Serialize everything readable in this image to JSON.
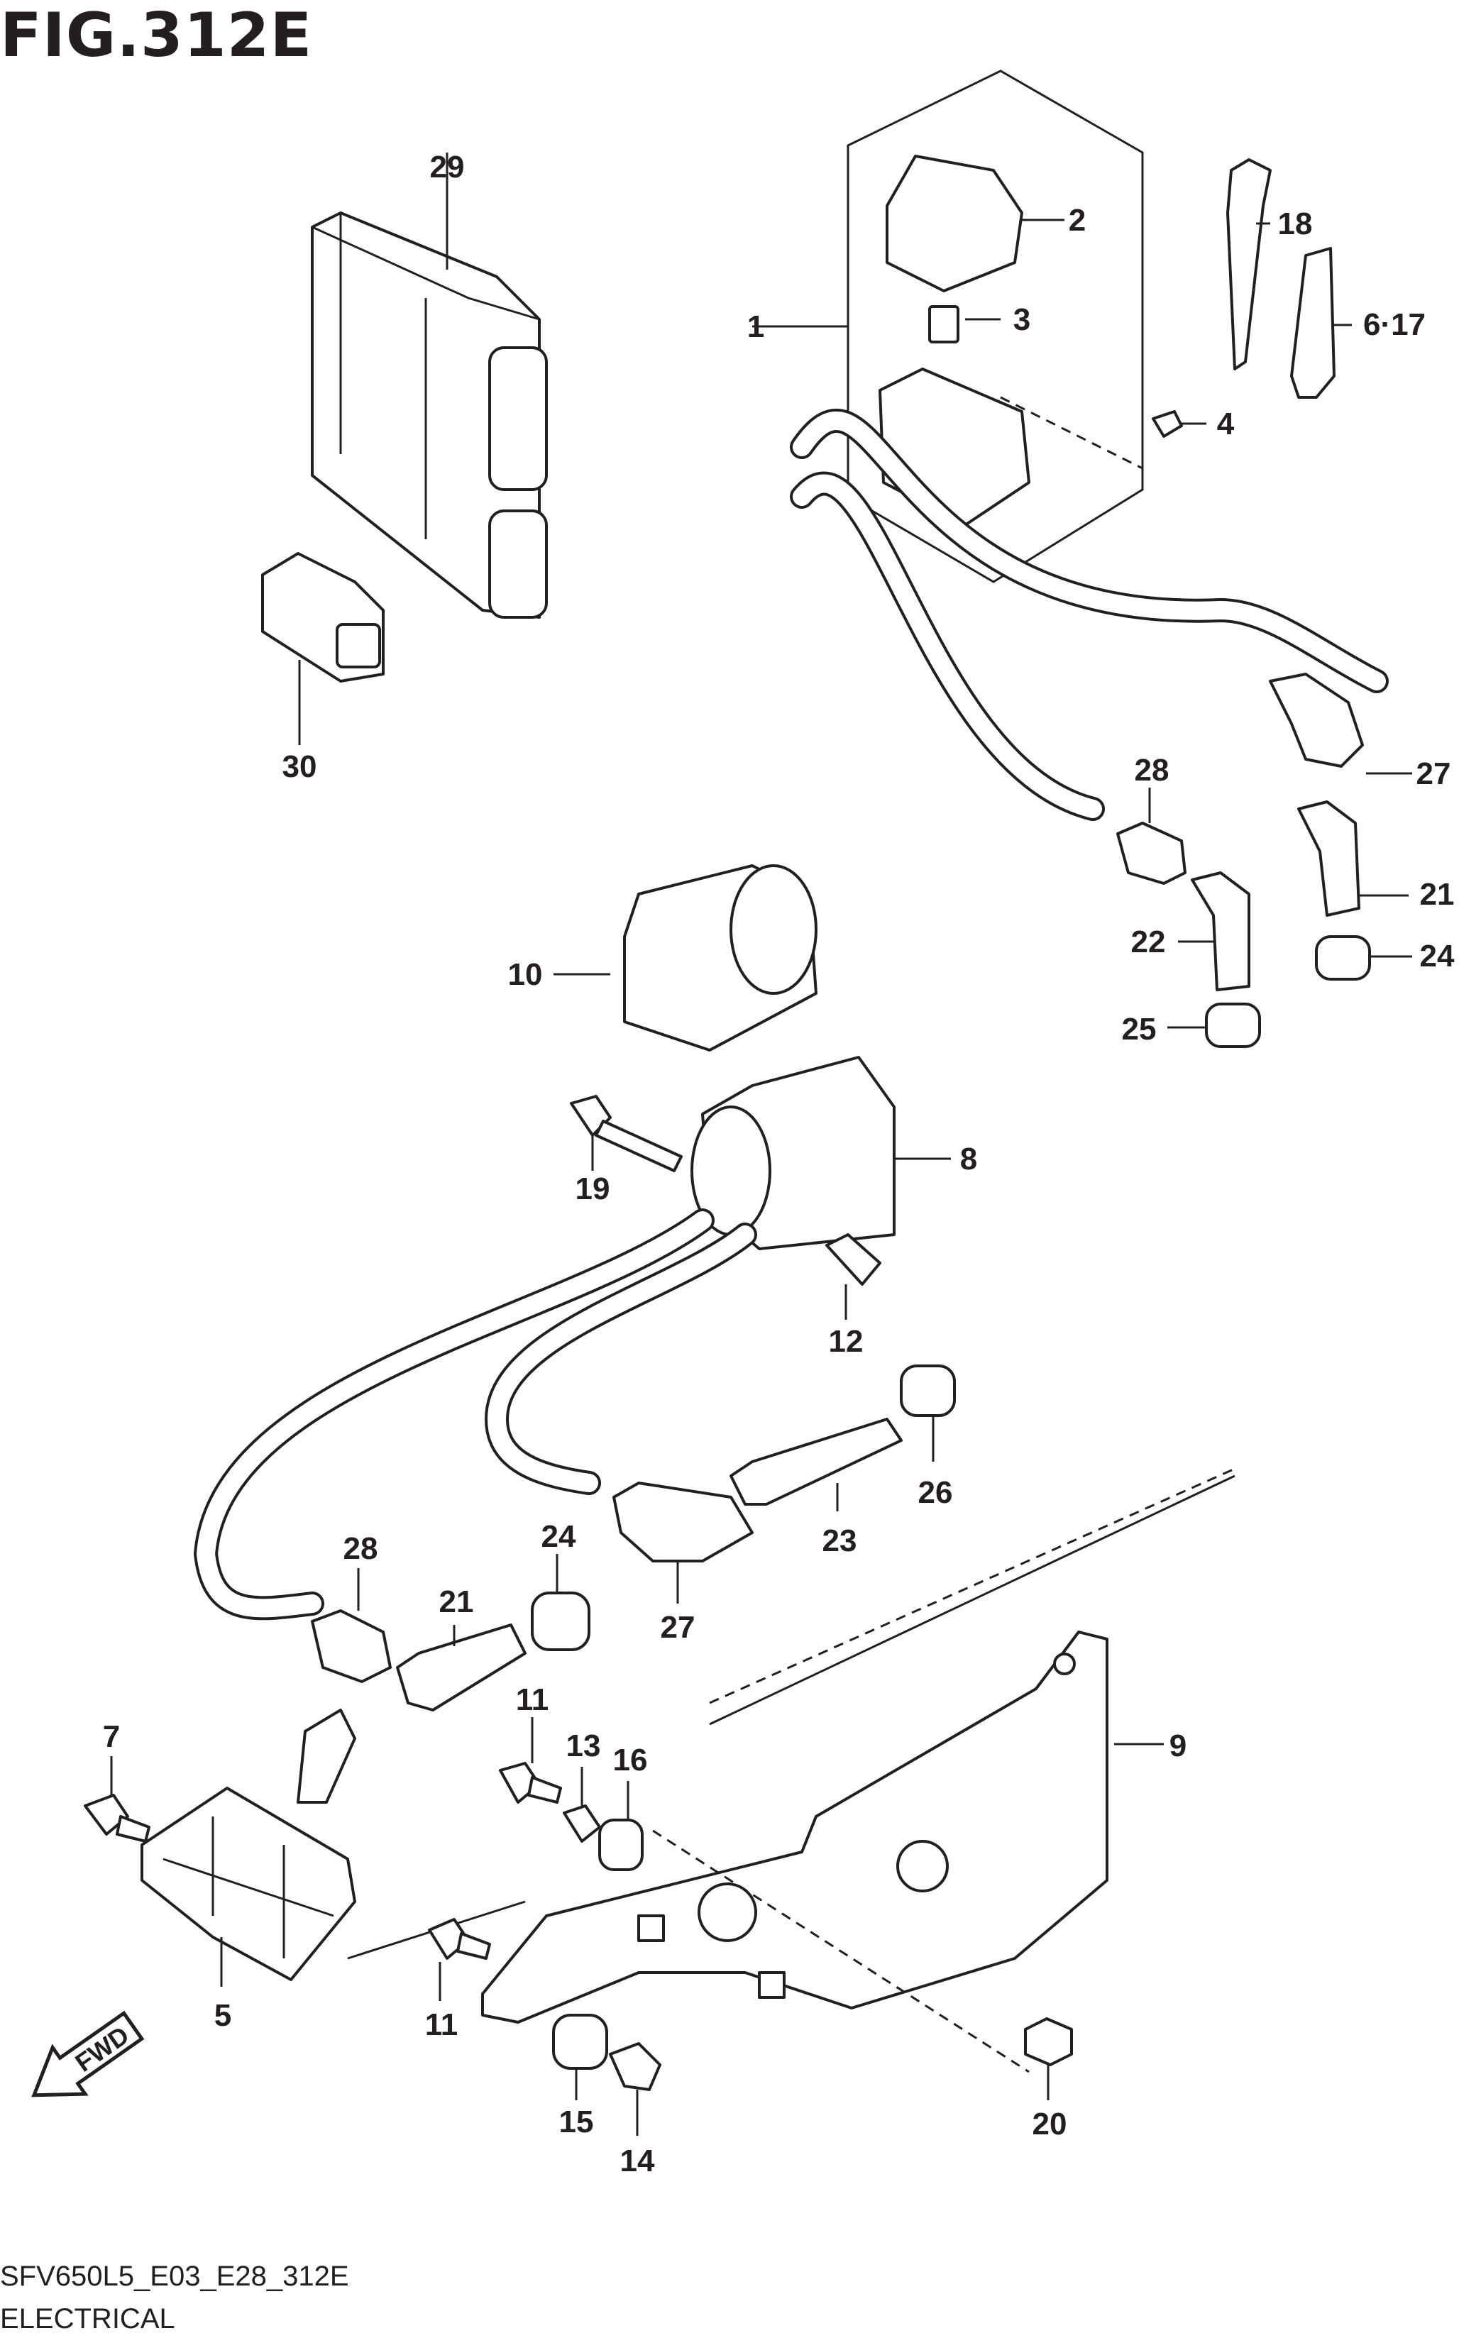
{
  "header": {
    "title": "FIG.312E"
  },
  "footer": {
    "code": "SFV650L5_E03_E28_312E",
    "caption": "ELECTRICAL"
  },
  "fwd_label": "FWD",
  "callouts": {
    "c1": "1",
    "c2": "2",
    "c3": "3",
    "c4": "4",
    "c5": "5",
    "c6_17": "6·17",
    "c7": "7",
    "c8": "8",
    "c9": "9",
    "c10": "10",
    "c11a": "11",
    "c11b": "11",
    "c12": "12",
    "c13": "13",
    "c14": "14",
    "c15": "15",
    "c16": "16",
    "c18": "18",
    "c19": "19",
    "c20": "20",
    "c21a": "21",
    "c21b": "21",
    "c22": "22",
    "c23": "23",
    "c24a": "24",
    "c24b": "24",
    "c25": "25",
    "c26": "26",
    "c27a": "27",
    "c27b": "27",
    "c28a": "28",
    "c28b": "28",
    "c29": "29",
    "c30": "30"
  }
}
